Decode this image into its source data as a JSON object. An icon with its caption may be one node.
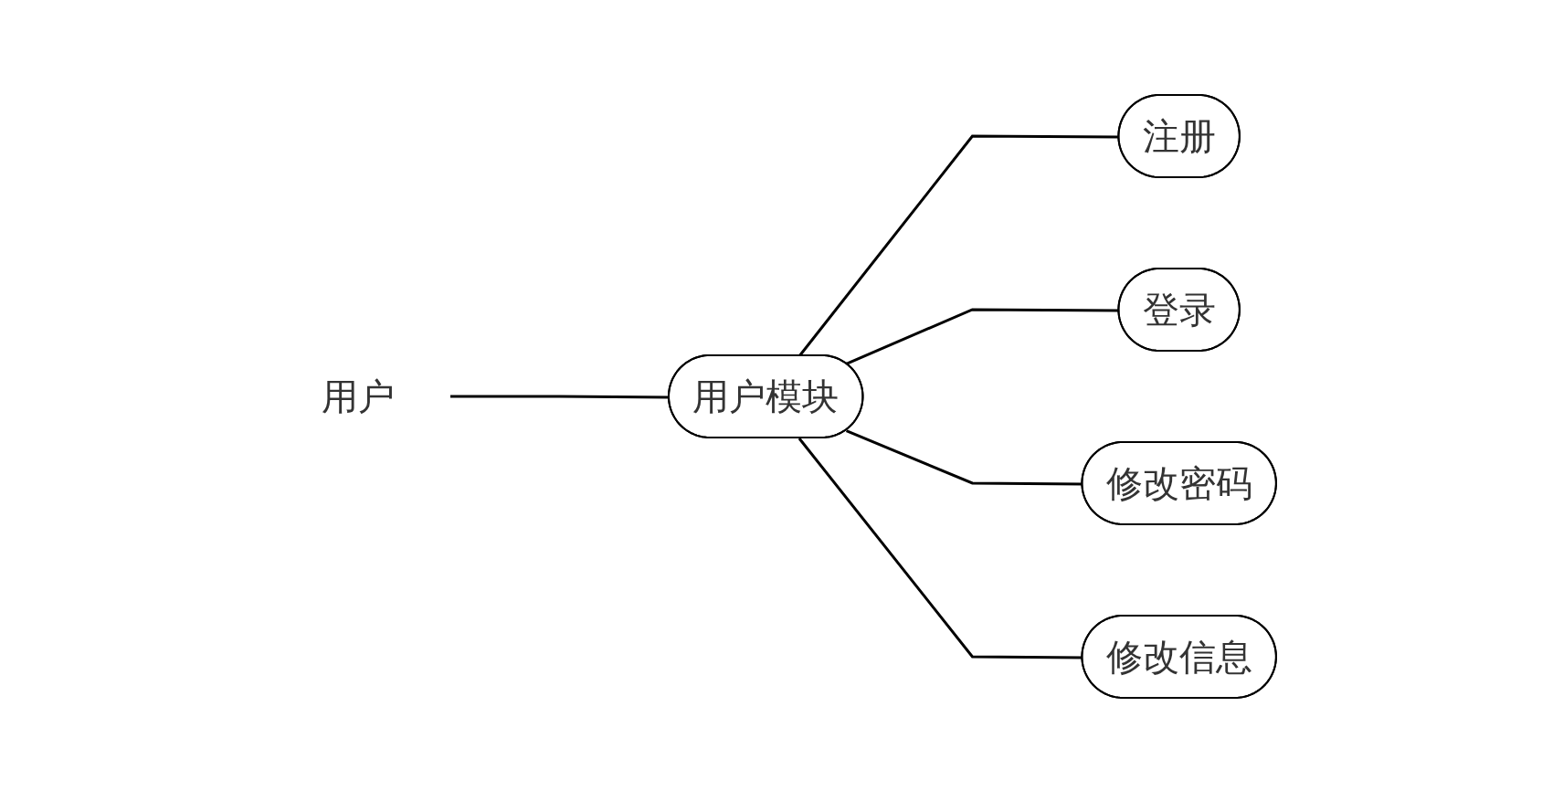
{
  "diagram": {
    "nodes": [
      {
        "text": [
          "用户"
        ]
      },
      {
        "text": [
          "用户模块"
        ]
      },
      {
        "text": [
          "注册"
        ]
      },
      {
        "text": [
          "登录"
        ]
      },
      {
        "text": [
          "修改密码"
        ]
      },
      {
        "text": [
          "修改信息"
        ]
      }
    ],
    "edges": [
      {
        "from": 0,
        "to": 1,
        "arrow": "none"
      },
      {
        "from": 1,
        "to": 2,
        "arrow": "none"
      },
      {
        "from": 1,
        "to": 3,
        "arrow": "none"
      },
      {
        "from": 1,
        "to": 4,
        "arrow": "none"
      },
      {
        "from": 1,
        "to": 5,
        "arrow": "none"
      }
    ]
  }
}
